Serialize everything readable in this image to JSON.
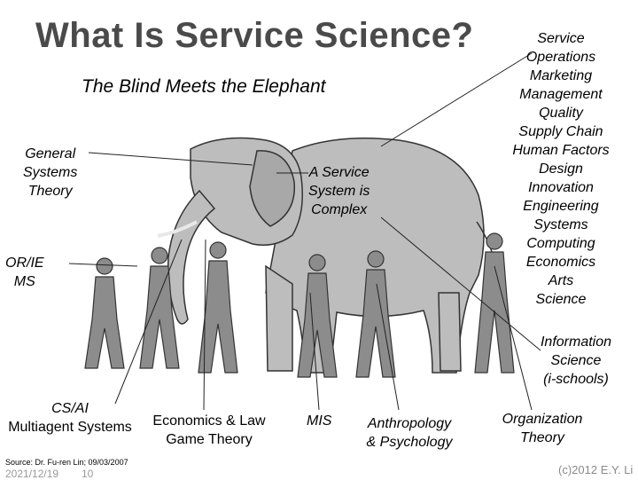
{
  "slide": {
    "title": "What Is Service Science?",
    "subtitle": "The Blind Meets the Elephant"
  },
  "labels": {
    "general_systems": [
      "General",
      "Systems",
      "Theory"
    ],
    "or_ie": [
      "OR/IE",
      "MS"
    ],
    "complex": [
      "A Service",
      "System is",
      "Complex"
    ],
    "disciplines": [
      "Service",
      "Operations",
      "Marketing",
      "Management",
      "Quality",
      "Supply Chain",
      "Human Factors",
      "Design",
      "Innovation",
      "Engineering",
      "Systems",
      "Computing",
      "Economics",
      "Arts",
      "Science"
    ],
    "information_science": [
      "Information",
      "Science",
      "(i-schools)"
    ],
    "cs_ai": [
      "CS/AI",
      "Multiagent Systems"
    ],
    "economics_law": [
      "Economics & Law",
      "Game Theory"
    ],
    "mis": "MIS",
    "anthropology": [
      "Anthropology",
      "& Psychology"
    ],
    "organization": [
      "Organization",
      "Theory"
    ]
  },
  "footer": {
    "source": "Source: Dr. Fu-ren Lin; 09/03/2007",
    "date": "2021/12/19",
    "page": "10",
    "copyright": "(c)2012 E.Y. Li"
  },
  "colors": {
    "title": "#4a4a4a",
    "footer_gray": "#9a9a9a"
  }
}
